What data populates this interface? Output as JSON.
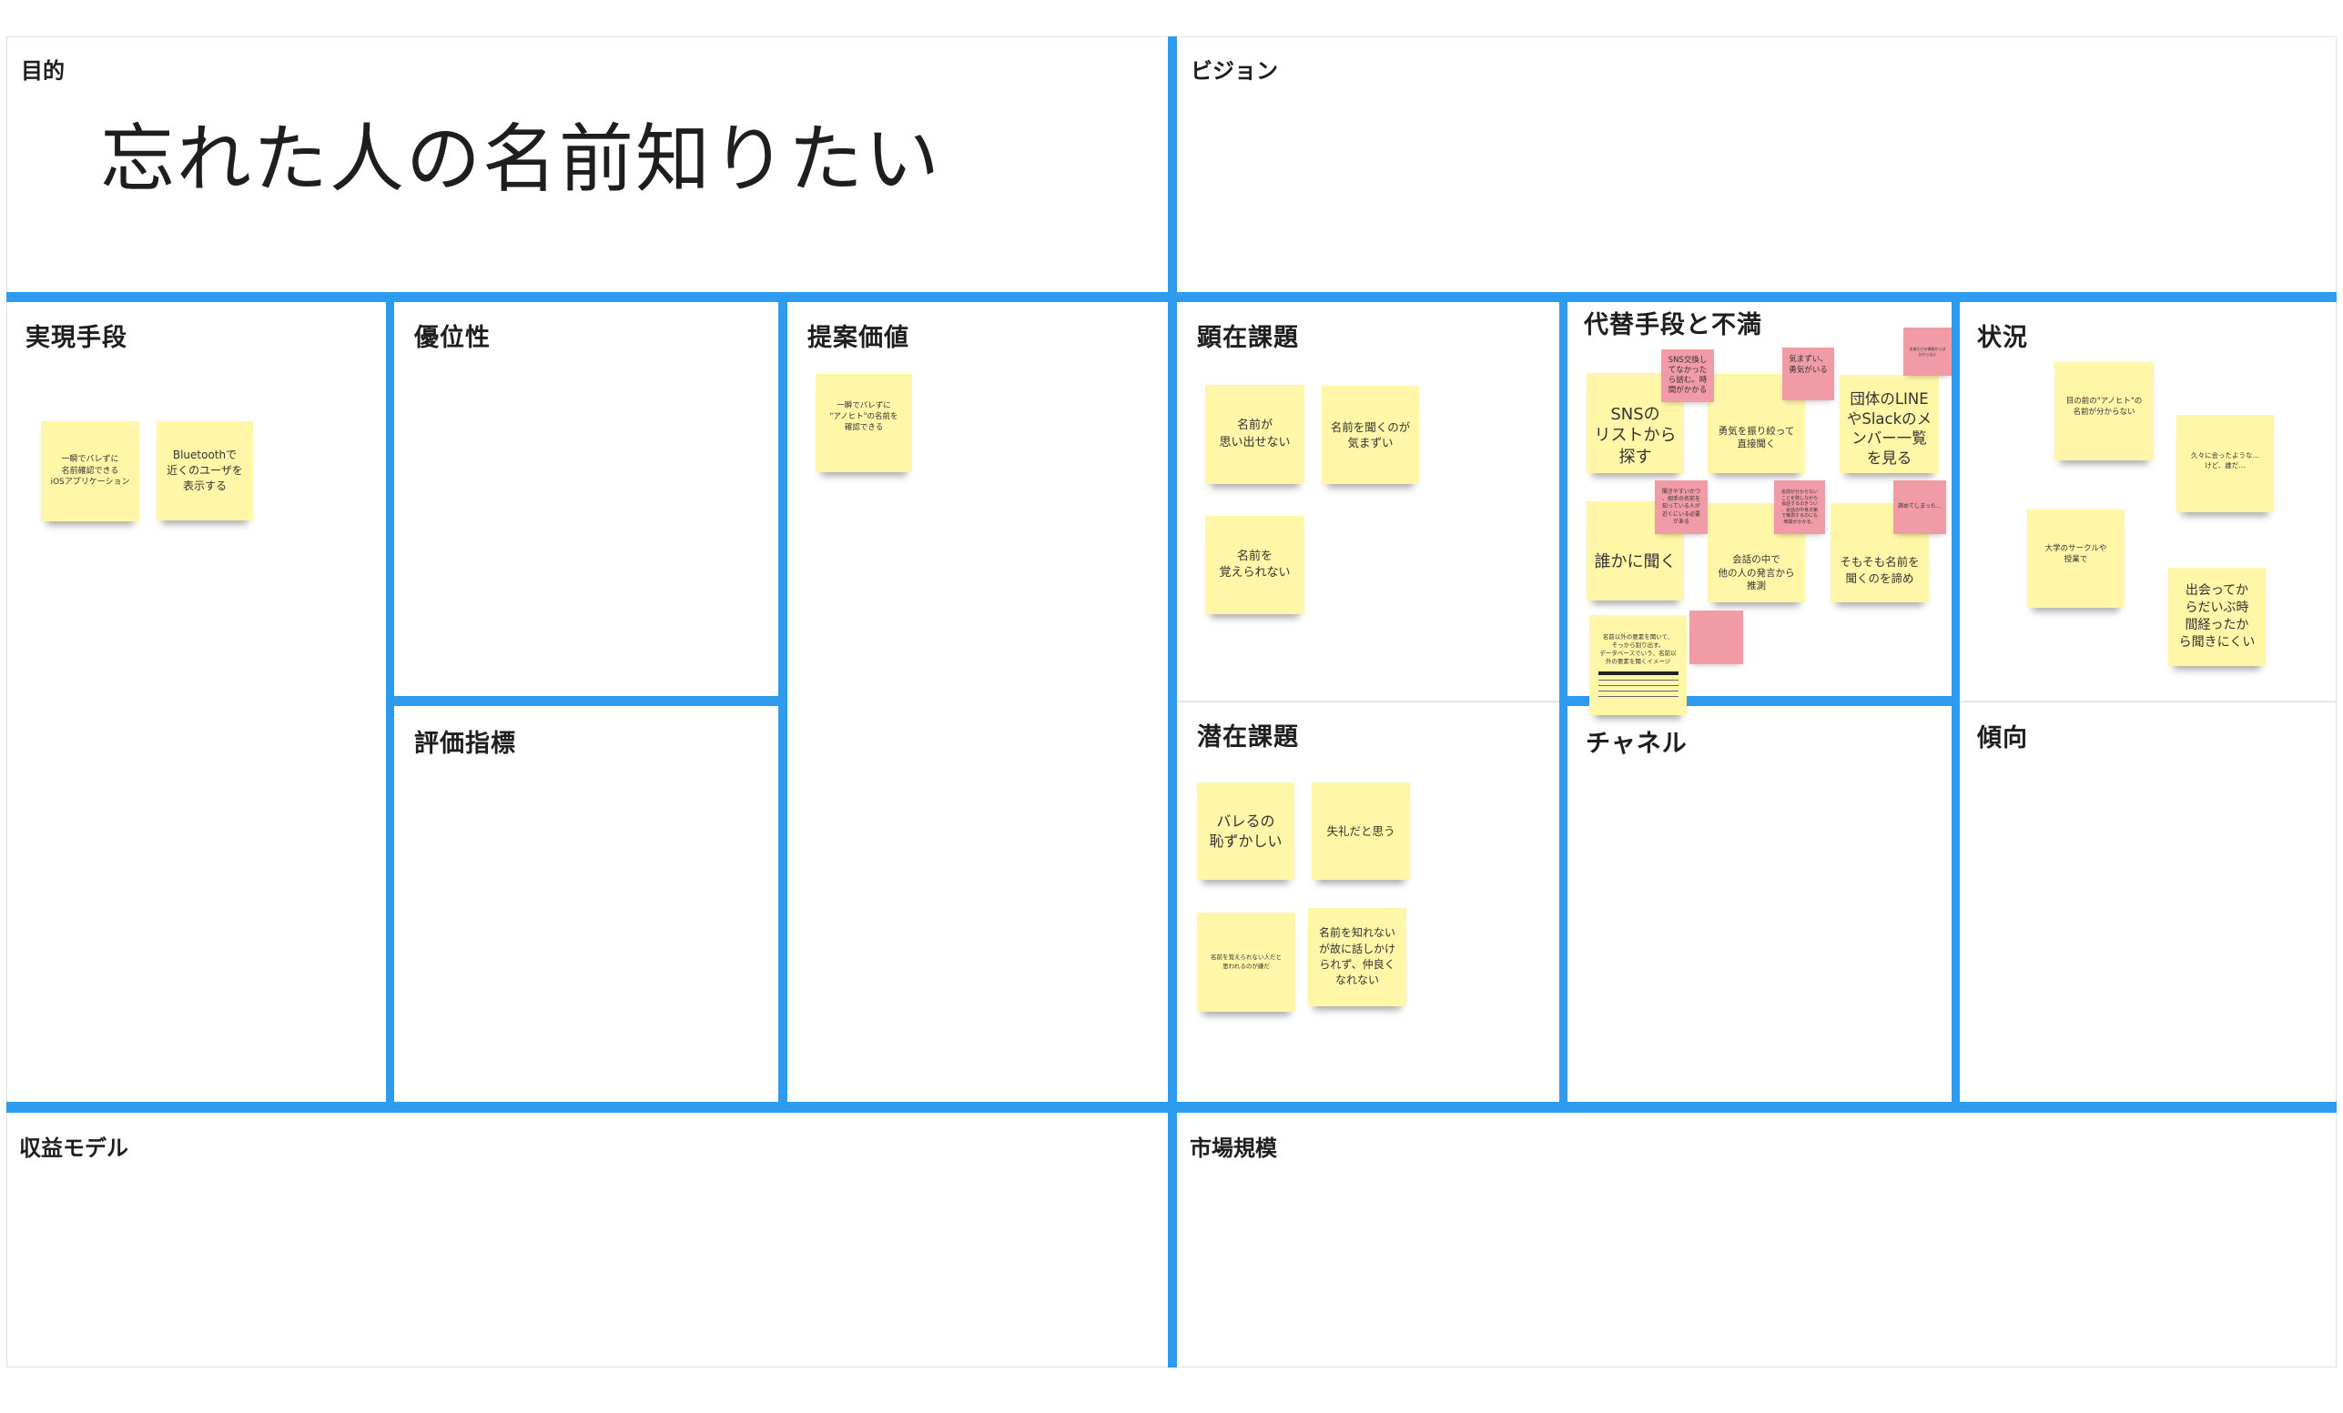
{
  "canvas": {
    "colors": {
      "grid": "#2f9bef",
      "sticky_yellow": "#fff6a8",
      "sticky_pink": "#f09ba6"
    },
    "purpose": {
      "label": "目的",
      "text": "忘れた人の名前知りたい"
    },
    "vision": {
      "label": "ビジョン"
    },
    "sections": {
      "implementation": {
        "label": "実現手段",
        "notes": [
          "一瞬でバレずに\n名前確認できる\niOSアプリケーション",
          "Bluetoothで\n近くのユーザを\n表示する"
        ]
      },
      "advantage": {
        "label": "優位性"
      },
      "metrics": {
        "label": "評価指標"
      },
      "value_proposition": {
        "label": "提案価値",
        "notes": [
          "一瞬でバレずに\n\"アノヒト\"の名前を\n確認できる"
        ]
      },
      "visible_issues": {
        "label": "顕在課題",
        "notes": [
          "名前が\n思い出せない",
          "名前を聞くのが\n気まずい",
          "名前を\n覚えられない"
        ]
      },
      "latent_issues": {
        "label": "潜在課題",
        "notes": [
          "バレるの\n恥ずかしい",
          "失礼だと思う",
          "名前を覚えられない人だと\n思われるのが嫌だ",
          "名前を知れない\nが故に話しかけ\nられず、仲良く\nなれない"
        ]
      },
      "alternatives": {
        "label": "代替手段と不満",
        "notes": [
          "SNSの\nリストから\n探す",
          "勇気を振り絞って\n直接聞く",
          "団体のLINE\nやSlackのメ\nンバー一覧\nを見る",
          "誰かに聞く",
          "会話の中で\n他の人の発言から\n推測",
          "そもそも名前を\n聞くのを諦め",
          "名前以外の要素を聞いて、\nそっから割り出す。\nデータベースでいう、名前以\n外の要素を聞くイメージ"
        ],
        "complaints": [
          "SNS交換し\nてなかった\nら詰む。時\n間がかかる",
          "気まずい、\n勇気がいる",
          "名前だけの情報からは\n分からない",
          "聞きやすいかつ\n、相手の名前を\n知っている人が\n近くにいる必要\nがある",
          "名前が分からない\nことを隠しながら\n会話するのきつい\n、会話の中身次第\nで推測するのにも\n時間がかかる。",
          "諦めてしまった…"
        ]
      },
      "channel": {
        "label": "チャネル"
      },
      "situation": {
        "label": "状況",
        "notes": [
          "目の前の\"アノヒト\"の\n名前が分からない",
          "久々に会ったような…\nけど、誰だ…",
          "大学のサークルや\n授業で",
          "出会ってか\nらだいぶ時\n間経ったか\nら聞きにくい"
        ]
      },
      "trend": {
        "label": "傾向"
      },
      "revenue_model": {
        "label": "収益モデル"
      },
      "market_size": {
        "label": "市場規模"
      }
    }
  }
}
